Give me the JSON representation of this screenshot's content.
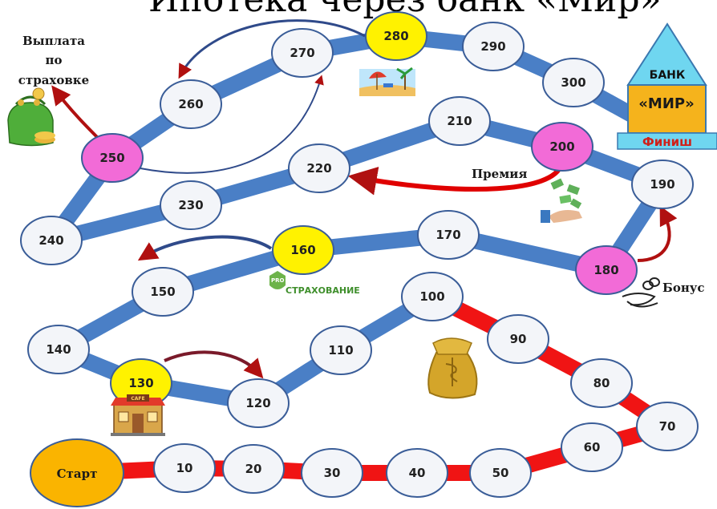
{
  "board": {
    "top_text": "Ипотека через банк «Мир»",
    "start_label": "Старт",
    "cells": [
      {
        "label": "10",
        "color": "white"
      },
      {
        "label": "20",
        "color": "white"
      },
      {
        "label": "30",
        "color": "white"
      },
      {
        "label": "40",
        "color": "white"
      },
      {
        "label": "50",
        "color": "white"
      },
      {
        "label": "60",
        "color": "white"
      },
      {
        "label": "70",
        "color": "white"
      },
      {
        "label": "80",
        "color": "white"
      },
      {
        "label": "90",
        "color": "white"
      },
      {
        "label": "100",
        "color": "white"
      },
      {
        "label": "110",
        "color": "white"
      },
      {
        "label": "120",
        "color": "white"
      },
      {
        "label": "130",
        "color": "yellow"
      },
      {
        "label": "140",
        "color": "white"
      },
      {
        "label": "150",
        "color": "white"
      },
      {
        "label": "160",
        "color": "yellow"
      },
      {
        "label": "170",
        "color": "white"
      },
      {
        "label": "180",
        "color": "pink"
      },
      {
        "label": "190",
        "color": "white"
      },
      {
        "label": "200",
        "color": "pink"
      },
      {
        "label": "210",
        "color": "white"
      },
      {
        "label": "220",
        "color": "white"
      },
      {
        "label": "230",
        "color": "white"
      },
      {
        "label": "240",
        "color": "white"
      },
      {
        "label": "250",
        "color": "pink"
      },
      {
        "label": "260",
        "color": "white"
      },
      {
        "label": "270",
        "color": "white"
      },
      {
        "label": "280",
        "color": "yellow"
      },
      {
        "label": "290",
        "color": "white"
      },
      {
        "label": "300",
        "color": "white"
      }
    ],
    "annotations": {
      "insurance_payout": [
        "Выплата",
        "по",
        "страховке"
      ],
      "bonus": "Бонус",
      "premium": "Премия",
      "insurance_logo_small": "PRO",
      "insurance_logo": "СТРАХОВАНИЕ",
      "cafe_sign": "CAFE"
    },
    "bank": {
      "roof_label": "БАНК",
      "name": "«МИР»",
      "finish_label": "Финиш"
    },
    "colors": {
      "path_blue": "#4a7fc6",
      "path_red": "#f01414",
      "cell_white": "#f3f5f9",
      "cell_yellow": "#fff200",
      "cell_pink": "#f26bd7",
      "start": "#fab400",
      "bank_body": "#f5b31c",
      "bank_roof": "#6fd6f0"
    }
  }
}
